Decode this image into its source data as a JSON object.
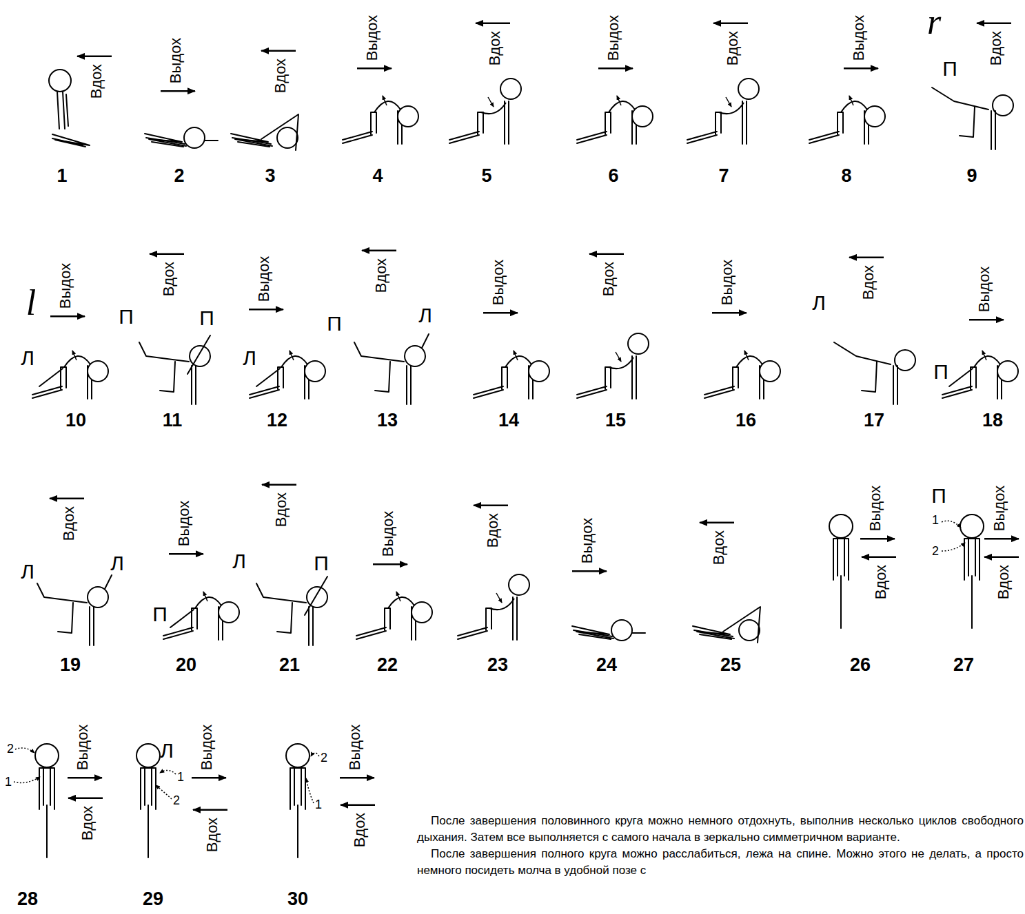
{
  "diagram": {
    "labels": [
      "Вдох",
      "1",
      "Выдох",
      "2",
      "Вдох",
      "3",
      "Выдох",
      "4",
      "Вдох",
      "5",
      "Выдох",
      "6",
      "Вдох",
      "7",
      "Выдох",
      "8",
      "r",
      "П",
      "Вдох",
      "9",
      "l",
      "Л",
      "Выдох",
      "10",
      "П",
      "П",
      "Вдох",
      "11",
      "Л",
      "Выдох",
      "12",
      "П",
      "Л",
      "Вдох",
      "13",
      "Выдох",
      "14",
      "Вдох",
      "15",
      "Выдох",
      "16",
      "Л",
      "Вдох",
      "17",
      "П",
      "Выдох",
      "18",
      "Л",
      "Л",
      "Вдох",
      "19",
      "П",
      "Выдох",
      "20",
      "Л",
      "П",
      "Вдох",
      "21",
      "Выдох",
      "22",
      "Вдох",
      "23",
      "Выдох",
      "24",
      "Вдох",
      "25",
      "Выдох",
      "Вдох",
      "26",
      "П",
      "Выдох",
      "Вдох",
      "1",
      "2",
      "27",
      "Выдох",
      "Вдох",
      "2",
      "1",
      "28",
      "Л",
      "Выдох",
      "Вдох",
      "1",
      "2",
      "29",
      "Выдох",
      "Вдох",
      "2",
      "1",
      "30",
      "После завершения половинного круга можно немного отдохнуть, выполнив несколько циклов свободного дыхания. Затем все выполняется с самого начала в зеркально симметричном варианте.",
      "После завершения полного круга можно расслабиться, лежа на спине. Можно этого не делать, а просто немного посидеть молча в удобной позе с"
    ]
  }
}
